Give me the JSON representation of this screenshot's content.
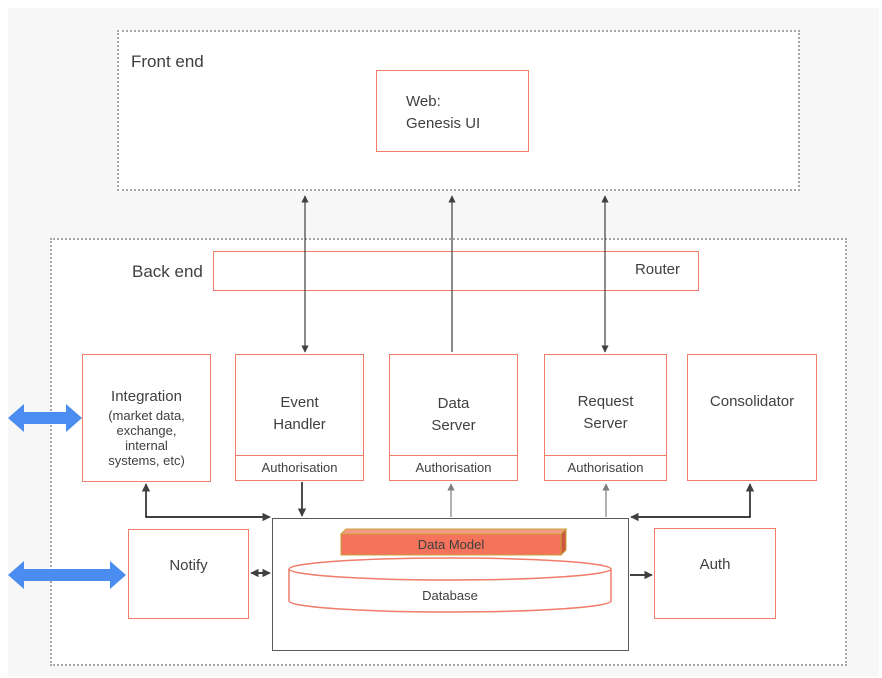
{
  "front_end": {
    "title": "Front end",
    "web_box": "Web:\nGenesis UI"
  },
  "back_end": {
    "title": "Back end",
    "router": "Router",
    "integration": {
      "title": "Integration",
      "detail": "(market data,\nexchange,\ninternal\nsystems, etc)"
    },
    "event_handler": {
      "title": "Event\nHandler",
      "sub": "Authorisation"
    },
    "data_server": {
      "title": "Data\nServer",
      "sub": "Authorisation"
    },
    "request_server": {
      "title": "Request\nServer",
      "sub": "Authorisation"
    },
    "consolidator": "Consolidator",
    "notify": "Notify",
    "data_model": "Data Model",
    "database": "Database",
    "auth": "Auth"
  },
  "colors": {
    "box_border": "#ef7d6a",
    "data_model_fill": "#f4735a",
    "external_arrow": "#4a8cf0"
  }
}
